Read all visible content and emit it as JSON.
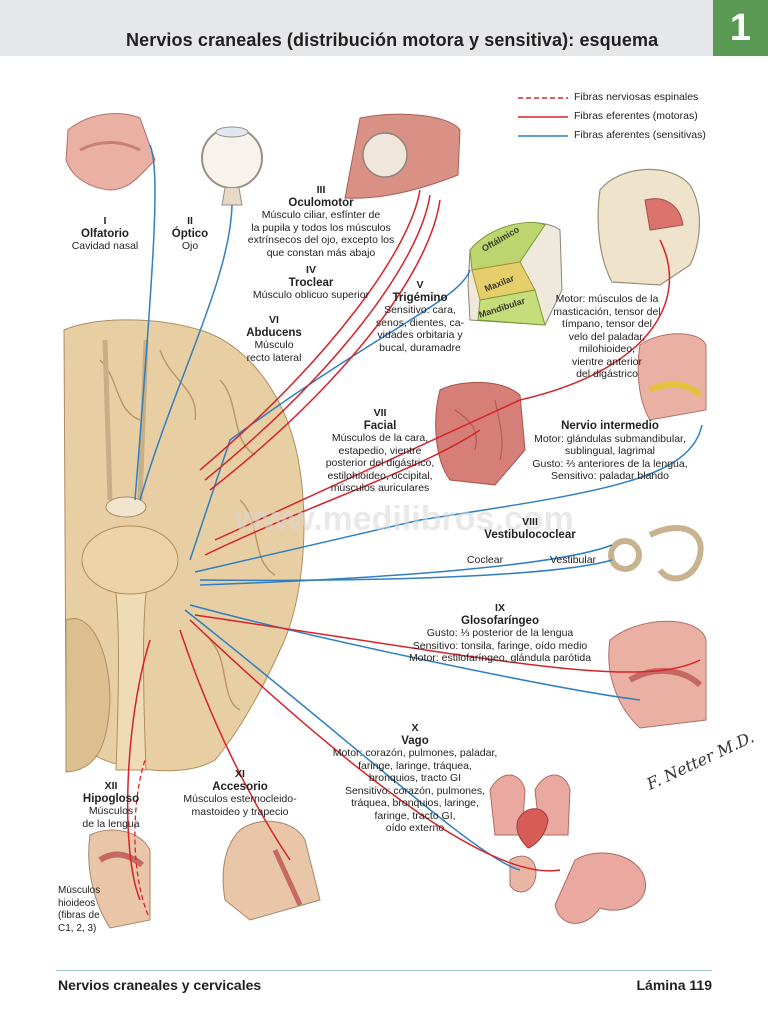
{
  "header": {
    "title": "Nervios craneales (distribución motora y sensitiva): esquema",
    "chapter": "1"
  },
  "legend": [
    {
      "label": "Fibras nerviosas espinales",
      "color": "#d6232a",
      "style": "dashed"
    },
    {
      "label": "Fibras eferentes (motoras)",
      "color": "#d6232a",
      "style": "solid"
    },
    {
      "label": "Fibras aferentes (sensitivas)",
      "color": "#2f7fc1",
      "style": "solid"
    }
  ],
  "nerves": {
    "olfactory": {
      "num": "I",
      "name": "Olfatorio",
      "desc": [
        "Cavidad nasal"
      ]
    },
    "optic": {
      "num": "II",
      "name": "Óptico",
      "desc": [
        "Ojo"
      ]
    },
    "oculomotor": {
      "num": "III",
      "name": "Oculomotor",
      "desc": [
        "Músculo ciliar, esfínter de",
        "la pupila y todos los músculos",
        "extrínsecos del ojo, excepto los",
        "que constan más abajo"
      ]
    },
    "trochlear": {
      "num": "IV",
      "name": "Troclear",
      "desc": [
        "Músculo oblicuo superior"
      ]
    },
    "abducens": {
      "num": "VI",
      "name": "Abducens",
      "desc": [
        "Músculo",
        "recto lateral"
      ]
    },
    "trigeminal": {
      "num": "V",
      "name": "Trigémino",
      "desc": [
        "Sensitivo: cara,",
        "senos, dientes, ca-",
        "vidades orbitaria y",
        "bucal, duramadre"
      ]
    },
    "trigeminal_motor": {
      "desc": [
        "Motor: músculos de la",
        "masticación, tensor del",
        "tímpano, tensor del",
        "velo del paladar,",
        "milohioideo,",
        "vientre anterior",
        "del digástrico"
      ]
    },
    "facial": {
      "num": "VII",
      "name": "Facial",
      "desc": [
        "Músculos de la cara,",
        "estapedio, vientre",
        "posterior del digástrico,",
        "estilohioideo, occipital,",
        "músculos auriculares"
      ]
    },
    "intermediate": {
      "name": "Nervio intermedio",
      "desc": [
        "Motor: glándulas submandibular,",
        "sublingual, lagrimal",
        "Gusto: ⅔ anteriores de la lengua,",
        "Sensitivo: paladar blando"
      ]
    },
    "vestibulocochlear": {
      "num": "VIII",
      "name": "Vestibulococlear",
      "branches": [
        "Coclear",
        "Vestibular"
      ]
    },
    "glossopharyngeal": {
      "num": "IX",
      "name": "Glosofaríngeo",
      "desc": [
        "Gusto: ⅓ posterior de la lengua",
        "Sensitivo: tonsila, faringe, oído medio",
        "Motor: estilofaríngeo, glándula parótida"
      ]
    },
    "vagus": {
      "num": "X",
      "name": "Vago",
      "desc": [
        "Motor: corazón, pulmones, paladar,",
        "faringe, laringe, tráquea,",
        "bronquios, tracto GI",
        "Sensitivo: corazón, pulmones,",
        "tráquea, bronquios, laringe,",
        "faringe, tracto GI,",
        "oído externo"
      ]
    },
    "accessory": {
      "num": "XI",
      "name": "Accesorio",
      "desc": [
        "Músculos esternocleido-",
        "mastoideo y trapecio"
      ]
    },
    "hypoglossal": {
      "num": "XII",
      "name": "Hipogloso",
      "desc": [
        "Músculos",
        "de la lengua"
      ]
    },
    "hyoid": {
      "desc": [
        "Músculos",
        "hioideos",
        "(fibras de",
        "C1, 2, 3)"
      ]
    }
  },
  "face_regions": [
    "Oftálmico",
    "Maxilar",
    "Mandibular"
  ],
  "signature": "F. Netter M.D.",
  "watermark": "www.medilibros.com",
  "footer": {
    "left": "Nervios craneales y cervicales",
    "right": "Lámina 119"
  },
  "colors": {
    "header_bg": "#e6e7e8",
    "badge": "#5a9a55",
    "motor": "#d6232a",
    "sensory": "#2f7fc1",
    "brain": "#e3c89a"
  }
}
